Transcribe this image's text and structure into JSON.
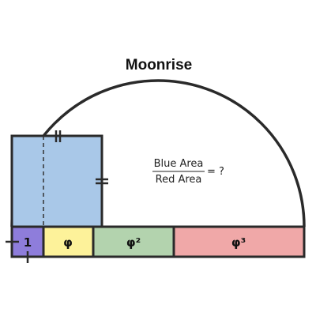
{
  "title": "Moonrise",
  "segments": [
    {
      "label": "1",
      "color": "#8e7ddb"
    },
    {
      "label": "φ",
      "color": "#fdf29a"
    },
    {
      "label": "φ²",
      "color": "#b3d3ae"
    },
    {
      "label": "φ³",
      "color": "#f0a8a8"
    }
  ],
  "blue_rect_color": "#a9c8e8",
  "question": {
    "numerator": "Blue Area",
    "denominator": "Red Area",
    "suffix": "= ?"
  }
}
